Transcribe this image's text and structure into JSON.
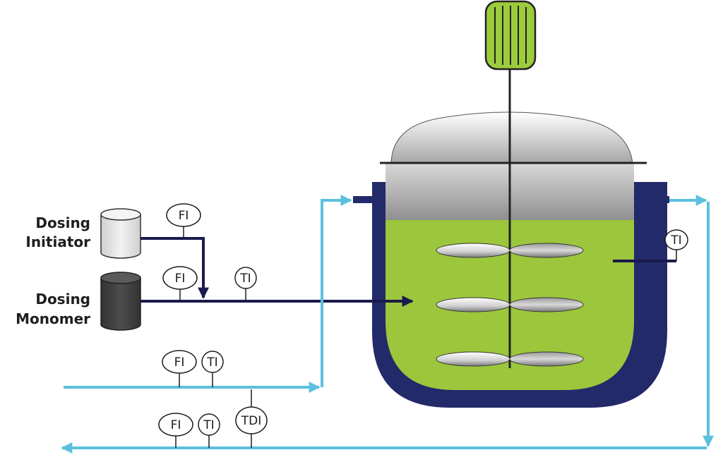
{
  "labels": {
    "initiator_line1": "Dosing",
    "initiator_line2": "Initiator",
    "monomer_line1": "Dosing",
    "monomer_line2": "Monomer"
  },
  "instruments": {
    "fi_initiator": "FI",
    "fi_monomer": "FI",
    "ti_feed": "TI",
    "fi_coolant_in": "FI",
    "ti_coolant_in": "TI",
    "fi_coolant_out": "FI",
    "ti_coolant_out": "TI",
    "tdi_coolant": "TDI",
    "ti_reactor": "TI"
  },
  "colors": {
    "process_line": "#1b1a4d",
    "coolant_line": "#5bc0de",
    "liquid": "#9cc63c",
    "motor": "#9ccc3c",
    "jacket": "#232a6a",
    "initiator_tank": "#dcdcdc",
    "monomer_tank": "#444444"
  }
}
